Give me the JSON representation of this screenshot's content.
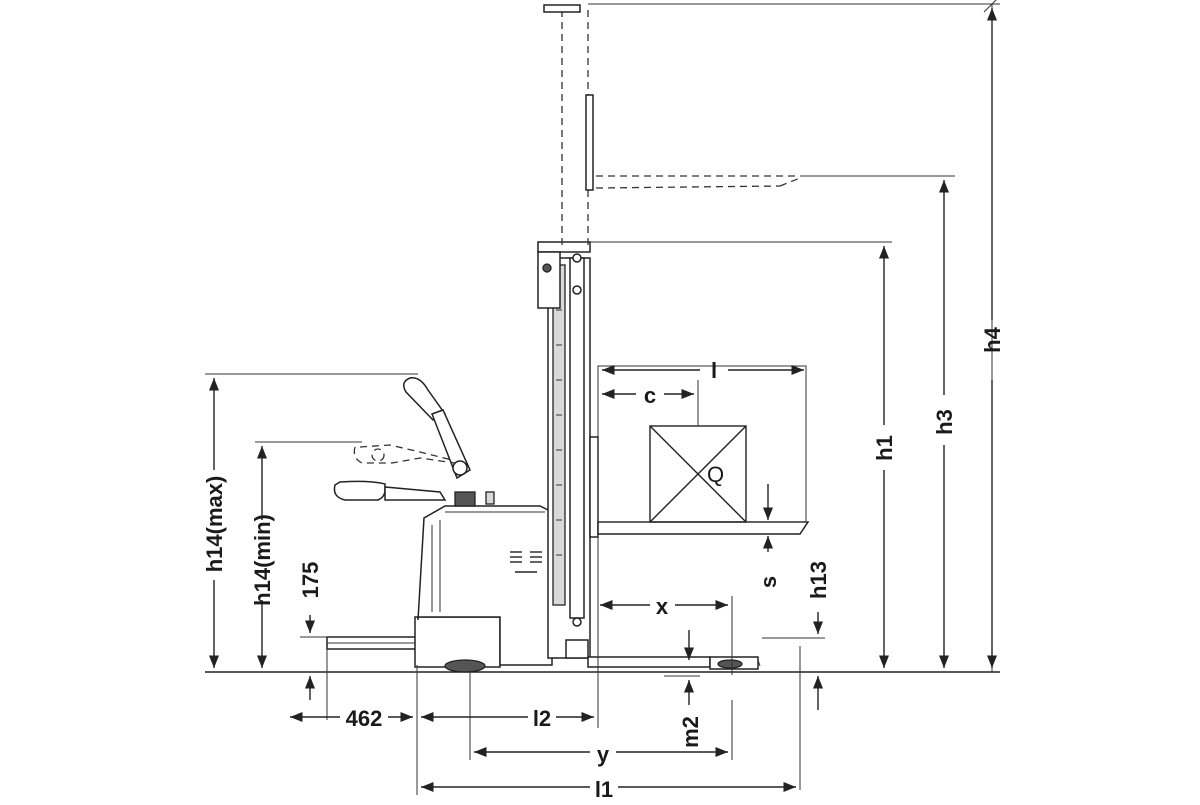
{
  "labels": {
    "h14_max": "h14(max)",
    "h14_min": "h14(min)",
    "d175": "175",
    "d462": "462",
    "l2": "l2",
    "y": "y",
    "l1": "l1",
    "m2": "m2",
    "x": "x",
    "s": "s",
    "h13": "h13",
    "h1": "h1",
    "h3": "h3",
    "h4": "h4",
    "l": "l",
    "c": "c",
    "q": "Q"
  },
  "colors": {
    "line": "#222222",
    "background": "#ffffff"
  }
}
